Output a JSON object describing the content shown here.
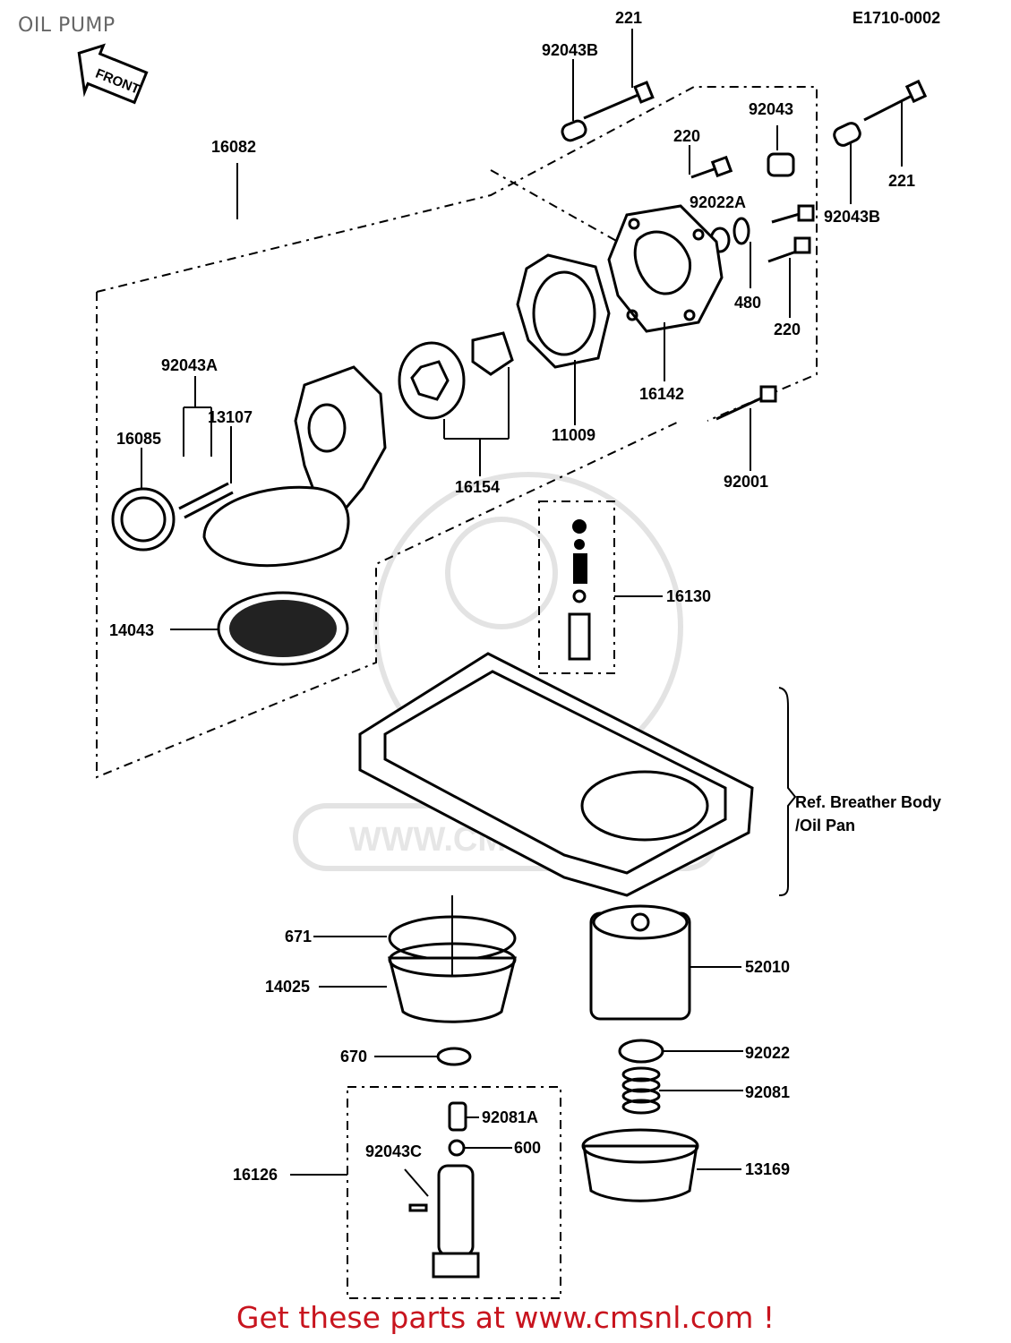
{
  "page": {
    "title": "OIL PUMP",
    "diagram_code": "E1710-0002",
    "front_marker": "FRONT",
    "watermark": "WWW.CMSNL.COM",
    "reference_note_line1": "Ref. Breather Body",
    "reference_note_line2": "/Oil Pan",
    "footer_link": "Get these parts at www.cmsnl.com !"
  },
  "parts": {
    "p221_top": "221",
    "p92043B_top": "92043B",
    "p92043": "92043",
    "p220_top": "220",
    "p221_right": "221",
    "p92043B_right": "92043B",
    "p92022A": "92022A",
    "p480": "480",
    "p220_right": "220",
    "p16082": "16082",
    "p16142": "16142",
    "p11009": "11009",
    "p16154": "16154",
    "p92043A": "92043A",
    "p13107": "13107",
    "p16085": "16085",
    "p92001": "92001",
    "p16130": "16130",
    "p14043": "14043",
    "p671": "671",
    "p14025": "14025",
    "p52010": "52010",
    "p670": "670",
    "p92022": "92022",
    "p92081": "92081",
    "p92081A": "92081A",
    "p92043C": "92043C",
    "p600": "600",
    "p16126": "16126",
    "p13169": "13169"
  }
}
